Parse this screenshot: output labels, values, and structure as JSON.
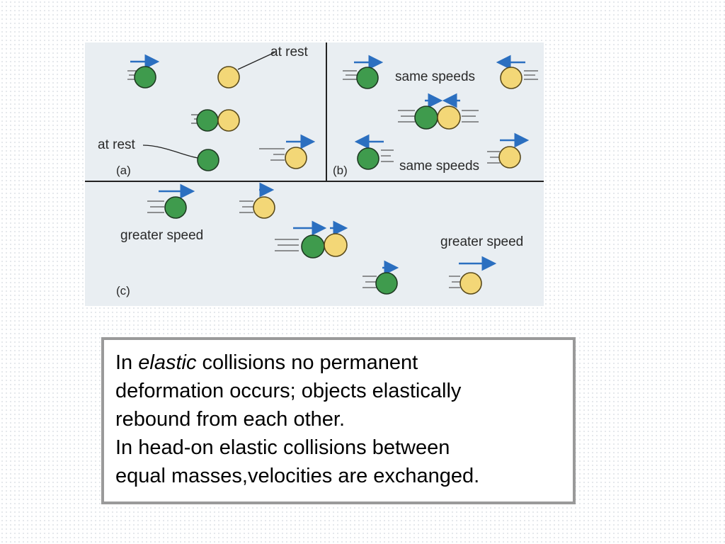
{
  "figure": {
    "labels": {
      "at_rest_top": "at rest",
      "at_rest_left": "at rest",
      "same_speeds_top": "same speeds",
      "same_speeds_bottom": "same speeds",
      "greater_speed_left": "greater speed",
      "greater_speed_right": "greater speed",
      "panel_a": "(a)",
      "panel_b": "(b)",
      "panel_c": "(c)"
    },
    "colors": {
      "ball_green": "#3f9b4d",
      "ball_yellow": "#f3d777",
      "arrow": "#2b6fc0"
    }
  },
  "text": {
    "line1_prefix": "In ",
    "line1_emph": "elastic",
    "line1_rest": " collisions no permanent",
    "line2": "deformation occurs; objects elastically",
    "line3": "rebound from each other.",
    "line4": "In head-on elastic collisions between",
    "line5": "equal masses,velocities are exchanged."
  }
}
